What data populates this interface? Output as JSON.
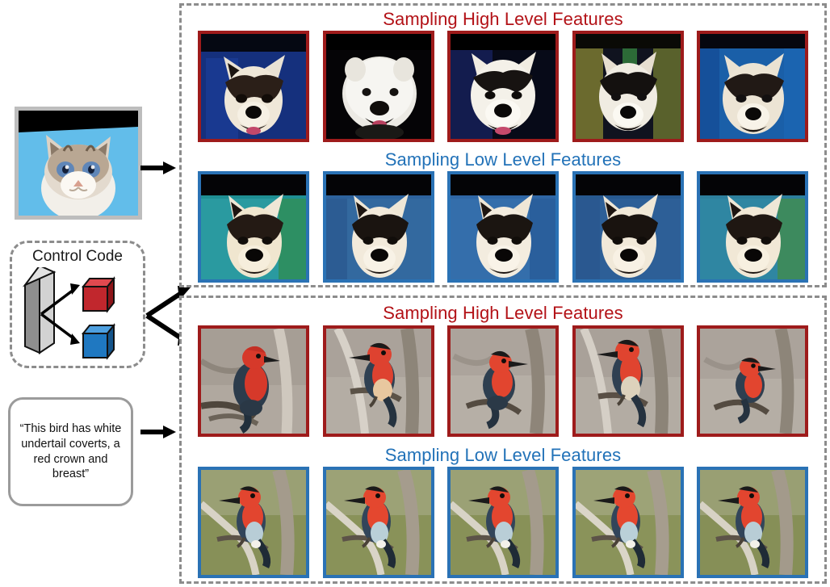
{
  "figure": {
    "input_image_caption_text": "“This bird has white undertail coverts, a red crown and breast”",
    "control_code_label": "Control Code",
    "colors": {
      "high_level_red": "#b31217",
      "low_level_blue": "#2272b8",
      "red_border": "#9e1b1b",
      "blue_border": "#2a72b5",
      "dashed_gray": "#8c8c8c",
      "control_cube_red": "#c1272d",
      "control_cube_blue": "#1f78c1",
      "control_bar_gray": "#9a9a9a"
    }
  },
  "panels": [
    {
      "id": "dog-panel",
      "rows": [
        {
          "title": "Sampling High Level Features",
          "style": "high",
          "samples": [
            {
              "label": "husky-front-blue-backdrop"
            },
            {
              "label": "white-samoyed-dark-backdrop"
            },
            {
              "label": "white-husky-dark-blue-backdrop"
            },
            {
              "label": "black-white-husky-olive-backdrop"
            },
            {
              "label": "husky-blue-fabric-backdrop"
            }
          ]
        },
        {
          "title": "Sampling Low Level Features",
          "style": "low",
          "samples": [
            {
              "label": "husky-teal-backdrop"
            },
            {
              "label": "husky-blue-backdrop-1"
            },
            {
              "label": "husky-blue-backdrop-2"
            },
            {
              "label": "husky-blue-backdrop-3"
            },
            {
              "label": "husky-teal-green-backdrop"
            }
          ]
        }
      ]
    },
    {
      "id": "bird-panel",
      "rows": [
        {
          "title": "Sampling High Level Features",
          "style": "high",
          "samples": [
            {
              "label": "red-crowned-bird-left-facing"
            },
            {
              "label": "red-crowned-bird-perched-upright"
            },
            {
              "label": "red-crowned-bird-beak-open"
            },
            {
              "label": "red-crowned-bird-tall-pose"
            },
            {
              "label": "red-crowned-bird-small-pose"
            }
          ]
        },
        {
          "title": "Sampling Low Level Features",
          "style": "low",
          "samples": [
            {
              "label": "red-crowned-bird-green-bg-1"
            },
            {
              "label": "red-crowned-bird-green-bg-2"
            },
            {
              "label": "red-crowned-bird-green-bg-3"
            },
            {
              "label": "red-crowned-bird-green-bg-4"
            },
            {
              "label": "red-crowned-bird-green-bg-5"
            }
          ]
        }
      ]
    }
  ]
}
